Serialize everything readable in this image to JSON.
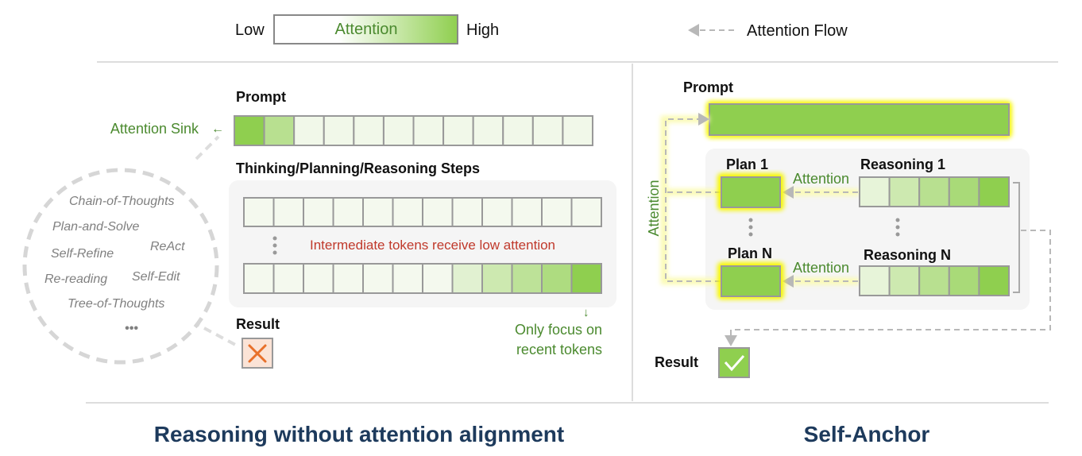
{
  "legend": {
    "low": "Low",
    "scale_label": "Attention",
    "high": "High",
    "flow_label": "Attention Flow"
  },
  "colors": {
    "green": "#8fcf4f",
    "light": "#eef6e6",
    "glow": "#f2f200",
    "title": "#1d3a5c",
    "label_green": "#4b8a2f",
    "warn_red": "#c0392b",
    "cross": "#e8702a"
  },
  "left": {
    "prompt_label": "Prompt",
    "attention_sink": "Attention Sink",
    "steps_label": "Thinking/Planning/Reasoning Steps",
    "low_attention_note": "Intermediate tokens receive low attention",
    "recent_focus_line1": "Only focus on",
    "recent_focus_line2": "recent tokens",
    "result_label": "Result",
    "prompt_cells": [
      1.0,
      0.6,
      0.05,
      0.05,
      0.05,
      0.05,
      0.05,
      0.05,
      0.05,
      0.05,
      0.05,
      0.05
    ],
    "step1_cells": [
      0.02,
      0.02,
      0.02,
      0.02,
      0.02,
      0.02,
      0.02,
      0.02,
      0.02,
      0.02,
      0.02,
      0.02
    ],
    "stepN_cells": [
      0.02,
      0.02,
      0.02,
      0.02,
      0.02,
      0.02,
      0.02,
      0.2,
      0.4,
      0.55,
      0.7,
      1.0
    ],
    "methods": [
      "Chain-of-Thoughts",
      "Plan-and-Solve",
      "ReAct",
      "Self-Refine",
      "Re-reading",
      "Self-Edit",
      "Tree-of-Thoughts",
      "•••"
    ],
    "title": "Reasoning without attention alignment"
  },
  "right": {
    "prompt_label": "Prompt",
    "plan1": "Plan 1",
    "planN": "Plan N",
    "reasoning1": "Reasoning 1",
    "reasoningN": "Reasoning N",
    "attention_1": "Attention",
    "attention_N": "Attention",
    "attention_vertical": "Attention",
    "result_label": "Result",
    "reasoning_cells": [
      0.15,
      0.4,
      0.6,
      0.75,
      1.0
    ],
    "title": "Self-Anchor"
  }
}
